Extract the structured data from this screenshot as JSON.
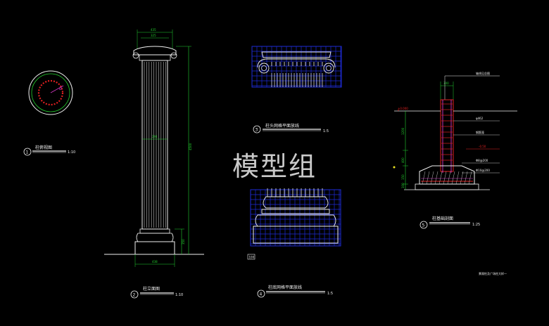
{
  "watermark": "模型组",
  "colors": {
    "background": "#000000",
    "outline_white": "#f0f0f0",
    "grid_blue": "#1e2bd6",
    "dim_green": "#23d12e",
    "cyan": "#35e0e0",
    "red": "#e02020",
    "magenta": "#d838c8",
    "yellow": "#e8e020"
  },
  "views": {
    "plan": {
      "number": "1",
      "title": "柱俯视图",
      "scale": "1:10",
      "dim": "Ø"
    },
    "elevation": {
      "number": "2",
      "title": "柱立面图",
      "scale": "1:10",
      "dims": {
        "top_a": "435",
        "top_b": "325",
        "mid": "294",
        "base": "438",
        "height": "4500",
        "base_h": "350"
      }
    },
    "capital": {
      "number": "3",
      "title": "柱头网格平面放线",
      "scale": "1:5"
    },
    "base_grid": {
      "number": "4",
      "title": "柱底网格平面放线",
      "scale": "1:5",
      "tag": "100"
    },
    "section": {
      "number": "5",
      "title": "柱基础剖面",
      "scale": "1:25",
      "labels": [
        "轴线见总图",
        "±0.000",
        "φ462",
        "钢筋笼",
        "-0.50",
        "Φ8@200",
        "Φ10@200",
        "300",
        "1200",
        "400",
        "150",
        "100"
      ],
      "footnote": "景观柱及广场柱大样一"
    }
  }
}
